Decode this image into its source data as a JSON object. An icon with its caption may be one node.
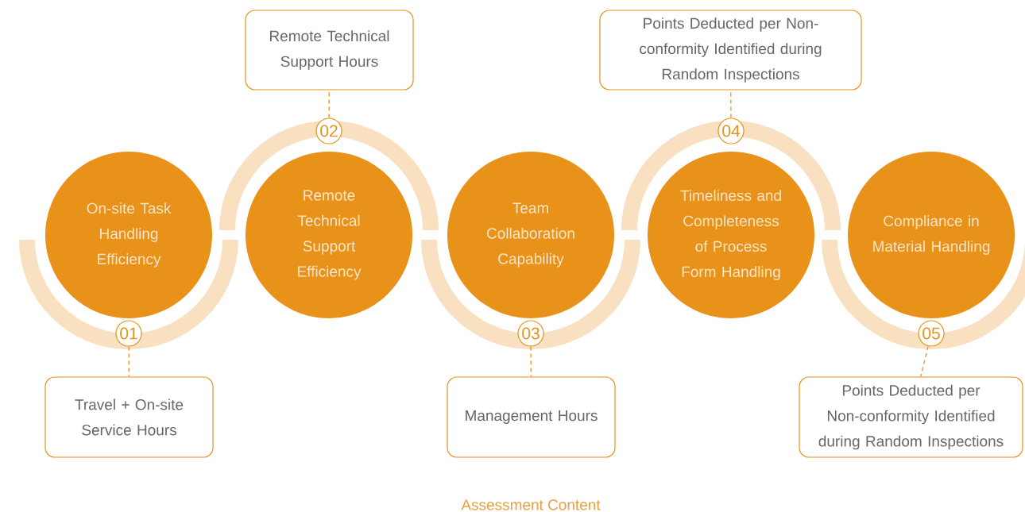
{
  "diagram": {
    "caption": "Assessment Content",
    "nodes": [
      {
        "text": [
          "On-site Task Handling Efficiency"
        ]
      },
      {
        "text": [
          "01"
        ]
      },
      {
        "text": [
          "Travel + On-site Service Hours"
        ]
      },
      {
        "text": [
          "Remote Technical Support Efficiency"
        ]
      },
      {
        "text": [
          "02"
        ]
      },
      {
        "text": [
          "Remote Technical Support Hours"
        ]
      },
      {
        "text": [
          "Team Collaboration Capability"
        ]
      },
      {
        "text": [
          "03"
        ]
      },
      {
        "text": [
          "Management Hours"
        ]
      },
      {
        "text": [
          "Timeliness and Completeness of Process Form Handling"
        ]
      },
      {
        "text": [
          "04"
        ]
      },
      {
        "text": [
          "Points Deducted per Non-conformity Identified during Random Inspections"
        ]
      },
      {
        "text": [
          "Compliance in Material Handling"
        ]
      },
      {
        "text": [
          "05"
        ]
      },
      {
        "text": [
          "Points Deducted per Non-conformity Identified during Random Inspections"
        ]
      }
    ],
    "edges": [
      {
        "from": 1,
        "to": 2,
        "arrow": "none",
        "style": "dashed"
      },
      {
        "from": 4,
        "to": 5,
        "arrow": "none",
        "style": "dashed"
      },
      {
        "from": 7,
        "to": 8,
        "arrow": "none",
        "style": "dashed"
      },
      {
        "from": 10,
        "to": 11,
        "arrow": "none",
        "style": "dashed"
      },
      {
        "from": 13,
        "to": 14,
        "arrow": "none",
        "style": "dashed"
      }
    ]
  }
}
